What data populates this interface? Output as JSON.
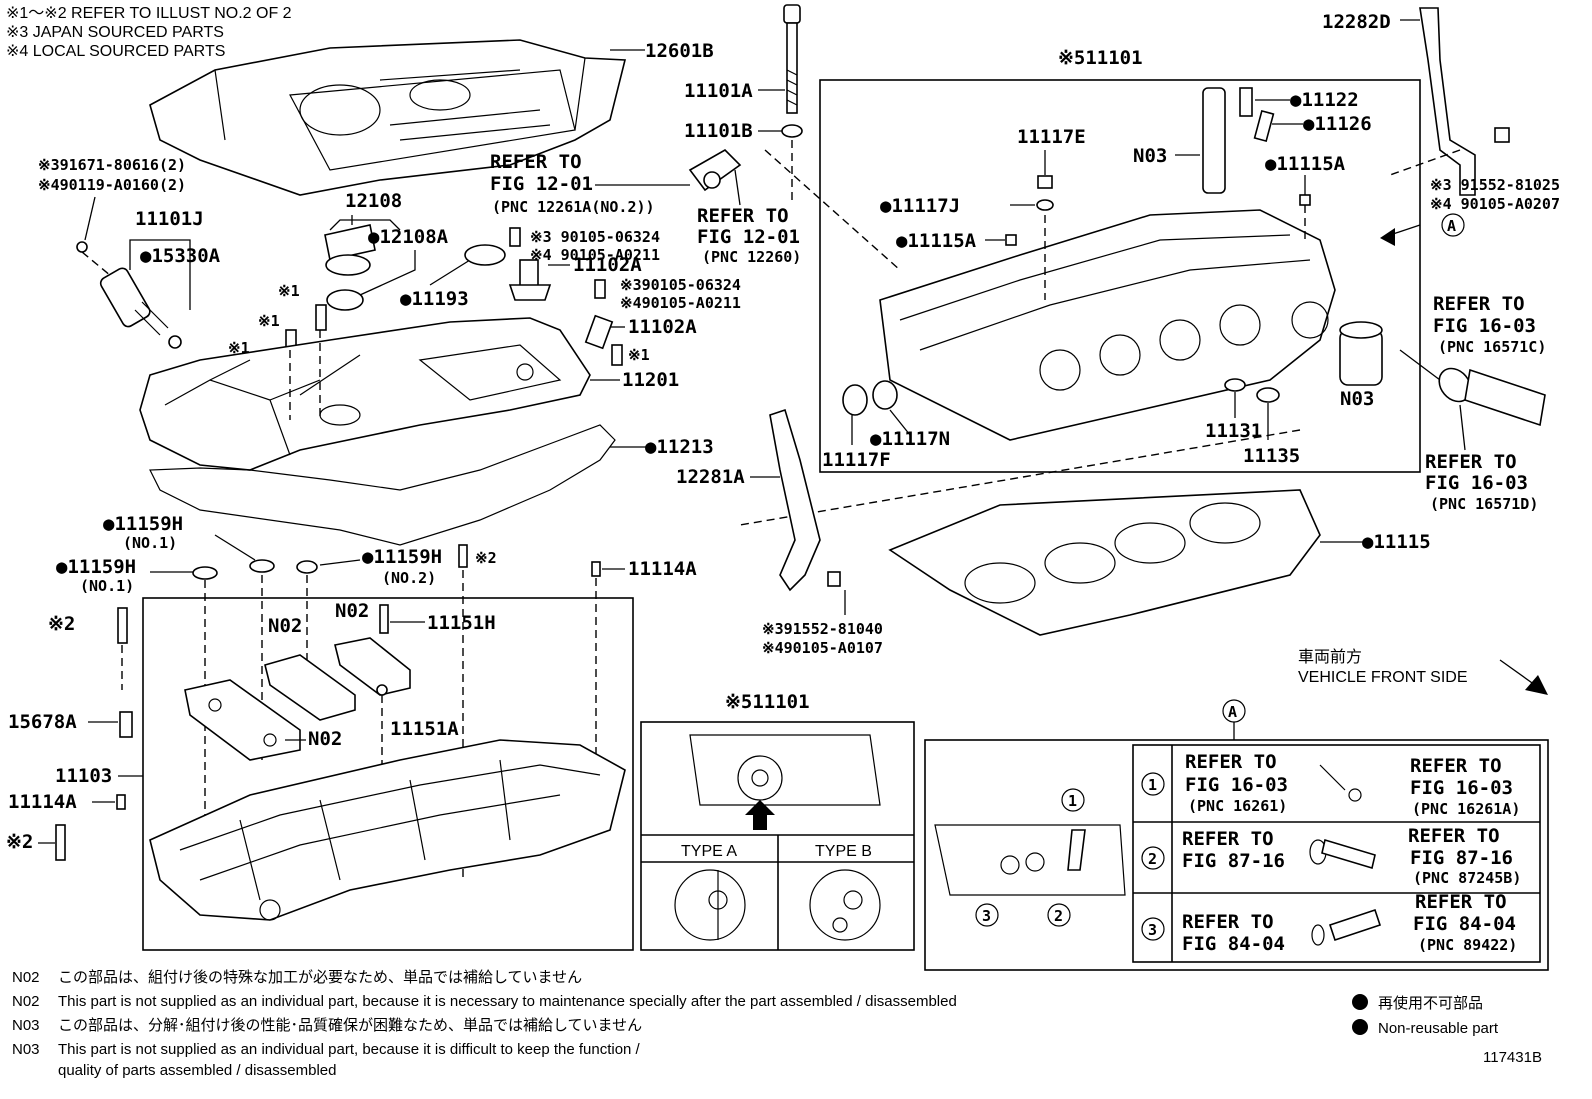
{
  "header_notes": [
    "※1～※2  REFER TO ILLUST NO.2 OF 2",
    "※3 JAPAN SOURCED PARTS",
    "※4 LOCAL SOURCED PARTS"
  ],
  "labels": {
    "p12601B": "12601B",
    "p391671": "※391671-80616(2)",
    "p490119": "※490119-A0160(2)",
    "p11101J": "11101J",
    "p15330A": "●15330A",
    "p12108": "12108",
    "p12108A": "●12108A",
    "p11101A": "11101A",
    "p11101B": "11101B",
    "p390105a": "※3 90105-06324",
    "p490105a": "※4 90105-A0211",
    "p11102A_1": "11102A",
    "p11193": "●11193",
    "p390105b": "※390105-06324",
    "p490105b": "※490105-A0211",
    "p11102A_2": "11102A",
    "p11201": "11201",
    "p11213": "●11213",
    "p11159H_1": "●11159H",
    "p11159H_1n": "(NO.1)",
    "p11159H_2": "●11159H",
    "p11159H_2n": "(NO.1)",
    "p11159H_3": "●11159H",
    "p11159H_3n": "(NO.2)",
    "p11114A_1": "11114A",
    "pN02_1": "N02",
    "pN02_2": "N02",
    "pN02_3": "N02",
    "p11151H": "11151H",
    "p15678A": "15678A",
    "p11151A": "11151A",
    "p11103": "11103",
    "p11114A_2": "11114A",
    "pX2_1": "※2",
    "pX2_2": "※2",
    "pX2_3": "※2",
    "pX1_1": "※1",
    "pX1_2": "※1",
    "pX1_3": "※1",
    "pX1_4": "※1",
    "p12281A": "12281A",
    "p391552b": "※391552-81040",
    "p490105d": "※490105-A0107",
    "p11101_main": "※511101",
    "p11122": "●11122",
    "p11126": "●11126",
    "p11117E": "11117E",
    "pN03_1": "N03",
    "p11117J": "●11117J",
    "p11115A_1": "●11115A",
    "p11115A_2": "●11115A",
    "p11117F": "11117F",
    "p11117N": "●11117N",
    "p11131": "11131",
    "p11135": "11135",
    "pN03_2": "N03",
    "p11115": "●11115",
    "p12282D": "12282D",
    "p391552a": "※3 91552-81025",
    "p490105c": "※4 90105-A0207",
    "pA_circle": "A",
    "pA_circle2": "A",
    "pTypeMain": "※511101"
  },
  "refers": {
    "r1": [
      "REFER TO",
      "FIG 12-01",
      "(PNC 12261A(NO.2))"
    ],
    "r2": [
      "REFER TO",
      "FIG 12-01",
      "(PNC 12260)"
    ],
    "r3": [
      "REFER TO",
      "FIG 16-03",
      "(PNC 16571C)"
    ],
    "r4": [
      "REFER TO",
      "FIG 16-03",
      "(PNC 16571D)"
    ]
  },
  "vehicle_front": {
    "jp": "車両前方",
    "en": "VEHICLE FRONT SIDE"
  },
  "type_box": {
    "type_a": "TYPE A",
    "type_b": "TYPE B"
  },
  "a_table": [
    {
      "num": "1",
      "left": [
        "REFER TO",
        "FIG 16-03",
        "(PNC 16261)"
      ],
      "right": [
        "REFER TO",
        "FIG 16-03",
        "(PNC 16261A)"
      ]
    },
    {
      "num": "2",
      "left": [
        "REFER TO",
        "FIG 87-16",
        ""
      ],
      "right": [
        "REFER TO",
        "FIG 87-16",
        "(PNC 87245B)"
      ]
    },
    {
      "num": "3",
      "left": [
        "REFER TO",
        "FIG 84-04",
        ""
      ],
      "right": [
        "REFER TO",
        "FIG 84-04",
        "(PNC 89422)"
      ]
    }
  ],
  "a_detail_callouts": [
    "1",
    "2",
    "3"
  ],
  "footnotes": [
    {
      "code": "N02",
      "text": "この部品は、組付け後の特殊な加工が必要なため、単品では補給していません"
    },
    {
      "code": "N02",
      "text": "This part is not supplied as an individual part, because it is necessary to maintenance specially after the part assembled / disassembled"
    },
    {
      "code": "N03",
      "text": "この部品は、分解･組付け後の性能･品質確保が困難なため、単品では補給していません"
    },
    {
      "code": "N03",
      "text": "This part is not supplied as an individual part, because it is difficult to keep the function /"
    },
    {
      "code": "",
      "text": "quality of parts  assembled / disassembled"
    }
  ],
  "legend": {
    "jp": "再使用不可部品",
    "en": "Non-reusable part"
  },
  "illust_id": "117431B"
}
